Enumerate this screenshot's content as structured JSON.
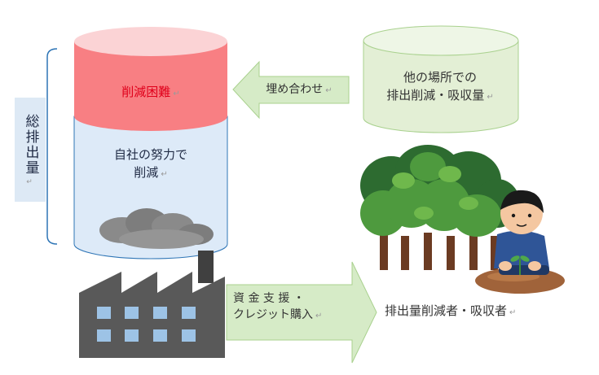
{
  "labels": {
    "hard_to_reduce": "削減困難",
    "own_effort": "自社の努力で\n削減",
    "other_places": "他の場所での\n排出削減・吸収量",
    "offset": "埋め合わせ",
    "total_emissions": "総排出量",
    "funding": "資 金 支 援 ・\nクレジット購入",
    "reducer": "排出量削減者・吸収者"
  },
  "paragraph_mark": "↵",
  "colors": {
    "hard_zone": "#f87f83",
    "own_zone": "#ddeaf8",
    "other_zone": "#e3efd5",
    "arrow_fill": "#d6ebc7",
    "arrow_stroke": "#a9d18e",
    "factory": "#595959",
    "window": "#9dc3e6",
    "tree_dark": "#2d6b30",
    "tree_mid": "#4e9a3e",
    "tree_light": "#6fb84c"
  },
  "icons": [
    "factory-icon",
    "smoke-icon",
    "forest-icon",
    "person-planting-icon",
    "seedling-icon"
  ]
}
